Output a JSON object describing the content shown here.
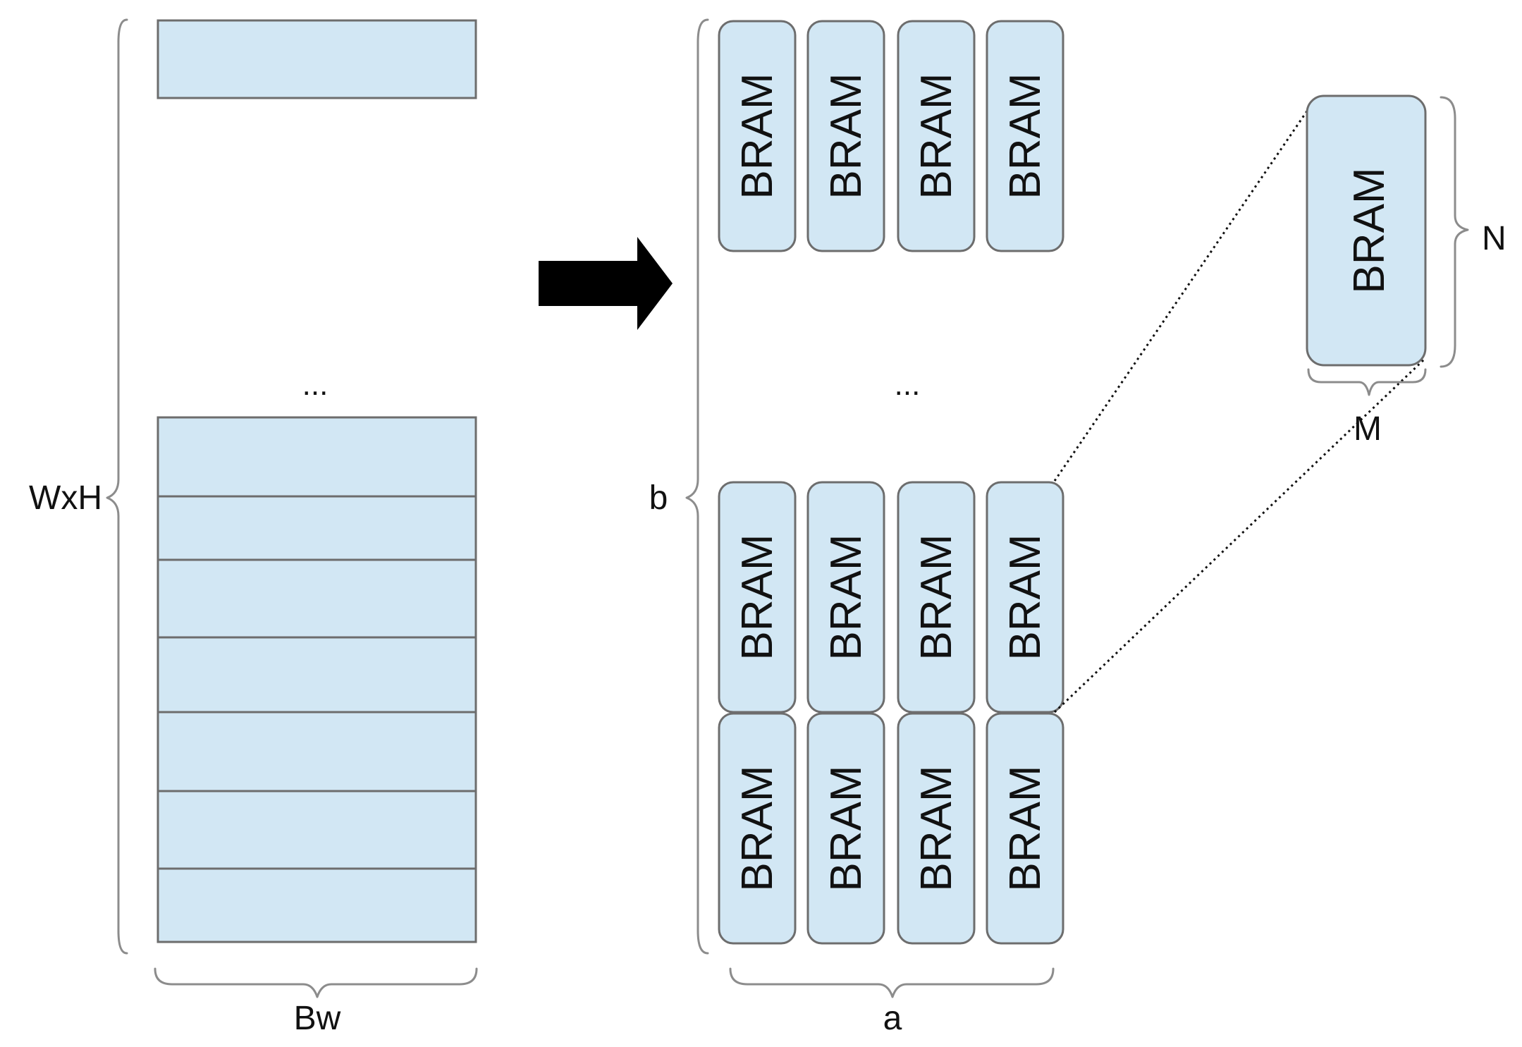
{
  "figure": {
    "memory_rows_label": "WxH",
    "memory_width_label": "Bw",
    "gap_ellipsis": "...",
    "bram_label": "BRAM",
    "bram_rows_label": "b",
    "bram_cols_label": "a",
    "bram_height_label": "N",
    "bram_width_label": "M",
    "arrow_icon": "right-arrow-icon"
  }
}
